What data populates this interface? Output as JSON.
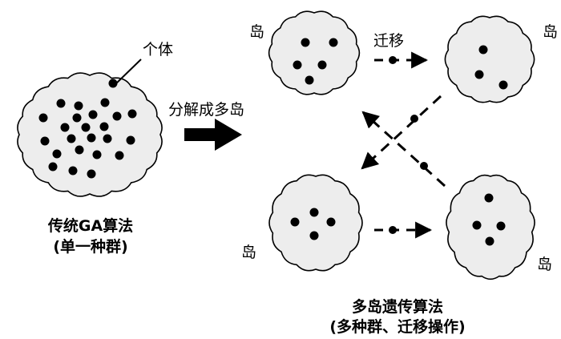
{
  "labels": {
    "individual": "个体",
    "decompose": "分解成多岛",
    "migrate": "迁移",
    "left_title_line1": "传统GA算法",
    "left_title_line2": "(单一种群)",
    "right_title_line1": "多岛遗传算法",
    "right_title_line2": "(多种群、迁移操作)",
    "island_tl": "岛",
    "island_tr": "岛",
    "island_bl": "岛",
    "island_br": "岛"
  },
  "colors": {
    "cloud_fill": "#ededed",
    "cloud_stroke": "#000000",
    "dot": "#000000",
    "arrow": "#000000"
  }
}
